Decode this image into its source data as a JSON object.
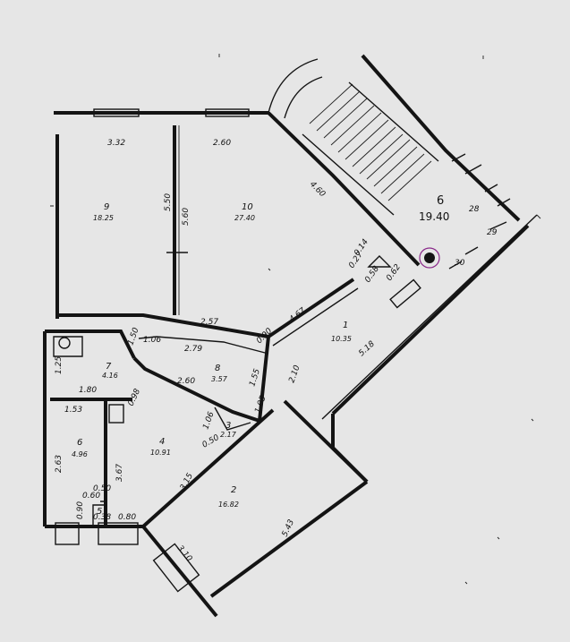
{
  "colors": {
    "background": "#e6e6e6",
    "ink": "#141414",
    "marker": "#8a2a8a"
  },
  "rooms": [
    {
      "number": "1",
      "area": "10.35"
    },
    {
      "number": "2",
      "area": "16.82"
    },
    {
      "number": "3",
      "area": "2.17"
    },
    {
      "number": "4",
      "area": "10.91"
    },
    {
      "number": "5",
      "area": ""
    },
    {
      "number": "6",
      "area": "4.96"
    },
    {
      "number": "7",
      "area": "4.16"
    },
    {
      "number": "8",
      "area": "3.57"
    },
    {
      "number": "9",
      "area": "18.25"
    },
    {
      "number": "10",
      "area": "27.40"
    }
  ],
  "stairwell": {
    "number": "6",
    "area": "19.40"
  },
  "stair_notes": [
    "28",
    "29",
    "30"
  ],
  "dimensions": [
    "3.32",
    "2.60",
    "4.60",
    "5.50",
    "5.60",
    "2.57",
    "4.67",
    "0.14",
    "0.27",
    "0.58",
    "0.62",
    "5.18",
    "1.06",
    "2.79",
    "1.50",
    "0.90",
    "2.10",
    "1.55",
    "1.25",
    "1.80",
    "2.60",
    "1.06",
    "1.05",
    "0.98",
    "1.53",
    "3.67",
    "0.50",
    "2.63",
    "3.15",
    "0.50",
    "0.60",
    "0.90",
    "0.38",
    "0.80",
    "5.43",
    "3.10"
  ]
}
